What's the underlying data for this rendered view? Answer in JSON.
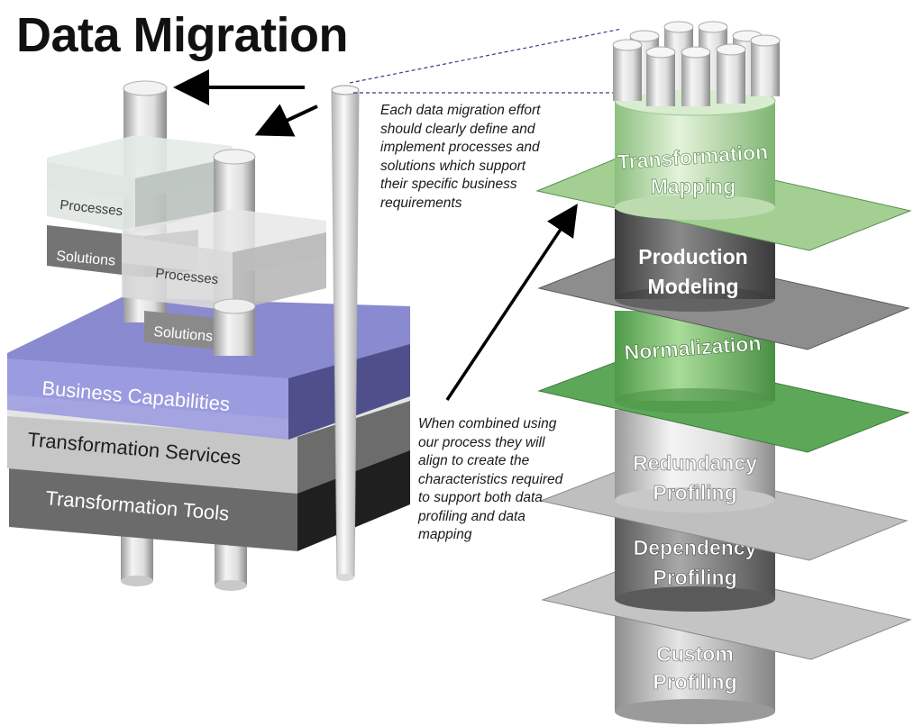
{
  "title": "Data Migration",
  "architecture": {
    "upper_block": {
      "processes": "Processes",
      "solutions": "Solutions"
    },
    "lower_block": {
      "processes": "Processes",
      "solutions": "Solutions"
    },
    "layers": {
      "business": "Business Capabilities",
      "services": "Transformation Services",
      "tools": "Transformation Tools"
    }
  },
  "notes": {
    "top": "Each data migration effort should clearly define and implement processes and solutions which support their specific business requirements",
    "bottom": "When combined using our process they will align to create the characteristics required to support both data profiling and data mapping"
  },
  "stack": {
    "levels": [
      {
        "line1": "Transformation",
        "line2": "Mapping"
      },
      {
        "line1": "Production",
        "line2": "Modeling"
      },
      {
        "line1": "Normalization",
        "line2": ""
      },
      {
        "line1": "Redundancy",
        "line2": "Profiling"
      },
      {
        "line1": "Dependency",
        "line2": "Profiling"
      },
      {
        "line1": "Custom",
        "line2": "Profiling"
      }
    ]
  },
  "colors": {
    "business_layer": "#6f6fb6",
    "services_layer": "#c6c6c6",
    "tools_layer": "#6b6b6b",
    "green_band": "#8ccb7e",
    "green_plane": "#5da858",
    "gray_cylinder": "#6a6a6a",
    "white_cylinder": "#e8e8e8"
  }
}
